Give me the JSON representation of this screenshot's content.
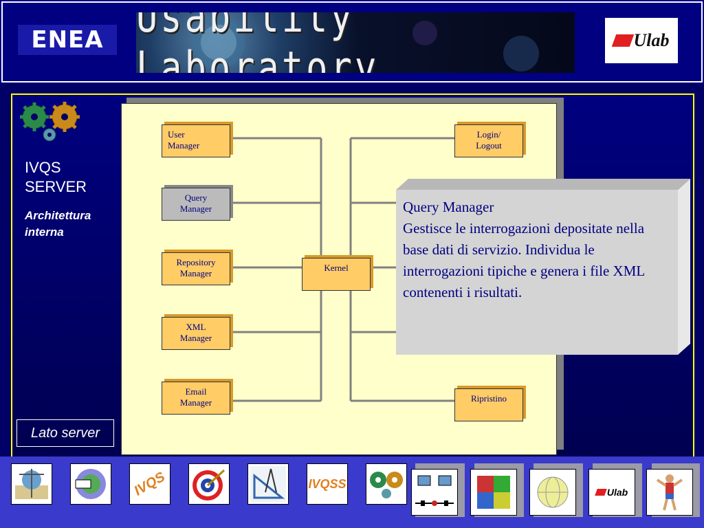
{
  "header": {
    "enea_logo": "ENEA",
    "banner_title": "Usability Laboratory",
    "ulab_logo": "Ulab"
  },
  "sidebar": {
    "title_line1": "IVQS",
    "title_line2": "SERVER",
    "subtitle_line1": "Architettura",
    "subtitle_line2": "interna",
    "footer_label": "Lato server"
  },
  "diagram": {
    "left_boxes": [
      {
        "line1": "User",
        "line2": "Manager"
      },
      {
        "line1": "Query",
        "line2": "Manager"
      },
      {
        "line1": "Repository",
        "line2": "Manager"
      },
      {
        "line1": "XML",
        "line2": "Manager"
      },
      {
        "line1": "Email",
        "line2": "Manager"
      }
    ],
    "kernel": "Kernel",
    "right_boxes": [
      {
        "line1": "Login/",
        "line2": "Logout"
      },
      {
        "line1": "Ripristino",
        "line2": ""
      }
    ]
  },
  "popup": {
    "title": "Query Manager",
    "body": "Gestisce le interrogazioni depositate nella base dati di servizio. Individua le interrogazioni tipiche e genera i file XML contenenti i risultati."
  },
  "footer_icons": [
    {
      "name": "scales-map-icon"
    },
    {
      "name": "globe-www-icon"
    },
    {
      "name": "ivqs-logo-icon",
      "text": "IVQS"
    },
    {
      "name": "target-icon"
    },
    {
      "name": "drafting-tools-icon"
    },
    {
      "name": "ivqss-logo-icon",
      "text": "IVQSS"
    },
    {
      "name": "gears-icon"
    },
    {
      "name": "network-computers-icon"
    },
    {
      "name": "puzzle-icon"
    },
    {
      "name": "globe-icon"
    },
    {
      "name": "ulab-logo-icon",
      "text": "Ulab"
    },
    {
      "name": "runner-icon"
    }
  ],
  "colors": {
    "background": "#000080",
    "border_accent": "#ffff00",
    "diagram_bg": "#ffffcc",
    "box_fill": "#ffcc66",
    "text_blue": "#000080",
    "footer_bg": "#3a3acc"
  }
}
